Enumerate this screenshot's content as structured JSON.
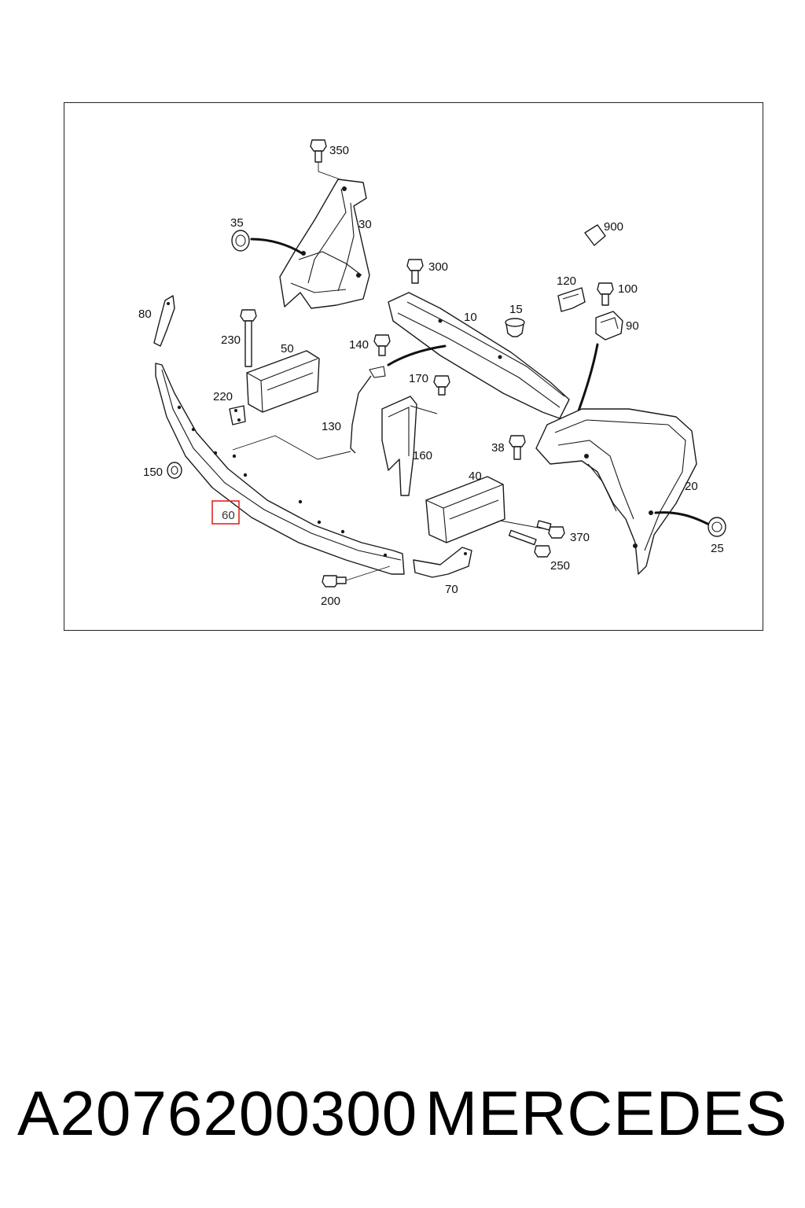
{
  "diagram": {
    "highlight_color": "#e0281f",
    "highlighted_label": "60",
    "labels": {
      "l350": "350",
      "l30": "30",
      "l35": "35",
      "l300": "300",
      "l900": "900",
      "l120": "120",
      "l100": "100",
      "l80": "80",
      "l10": "10",
      "l15": "15",
      "l90": "90",
      "l230": "230",
      "l50": "50",
      "l140": "140",
      "l170": "170",
      "l220": "220",
      "l130": "130",
      "l160": "160",
      "l38": "38",
      "l150": "150",
      "l40": "40",
      "l20": "20",
      "l60": "60",
      "l370": "370",
      "l25": "25",
      "l250": "250",
      "l70": "70",
      "l200": "200"
    }
  },
  "footer": {
    "part_number": "A2076200300",
    "brand": "MERCEDES"
  }
}
